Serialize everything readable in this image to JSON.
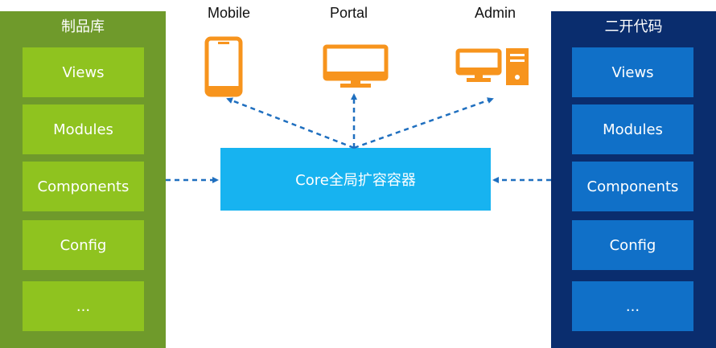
{
  "left_panel": {
    "title": "制品库",
    "items": [
      "Views",
      "Modules",
      "Components",
      "Config",
      "..."
    ]
  },
  "right_panel": {
    "title": "二开代码",
    "items": [
      "Views",
      "Modules",
      "Components",
      "Config",
      "..."
    ]
  },
  "core": {
    "label": "Core全局扩容容器"
  },
  "clients": [
    {
      "label": "Mobile",
      "icon": "mobile-phone-icon"
    },
    {
      "label": "Portal",
      "icon": "monitor-icon"
    },
    {
      "label": "Admin",
      "icon": "desktop-computer-icon"
    }
  ],
  "colors": {
    "left_panel_bg": "#6f9a2b",
    "left_cell_bg": "#8fc31f",
    "right_panel_bg": "#0a2d6e",
    "right_cell_bg": "#1070c8",
    "core_bg": "#17b3f0",
    "icon_orange": "#f7941d",
    "arrow_blue": "#1f6fbf"
  }
}
